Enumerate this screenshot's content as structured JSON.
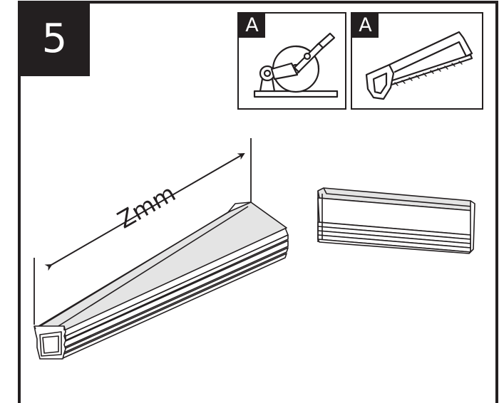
{
  "step": {
    "number": "5"
  },
  "tools": [
    {
      "tag": "A",
      "icon": "cut-off-saw-icon"
    },
    {
      "tag": "A",
      "icon": "hacksaw-icon"
    }
  ],
  "illustration": {
    "dimension_label": "Zmm",
    "long_profile": "aluminium-profile-long",
    "cut_piece": "aluminium-profile-cut-piece"
  },
  "colors": {
    "ink": "#231f20",
    "paper": "#ffffff",
    "profile_top": "#e4e4e4"
  }
}
